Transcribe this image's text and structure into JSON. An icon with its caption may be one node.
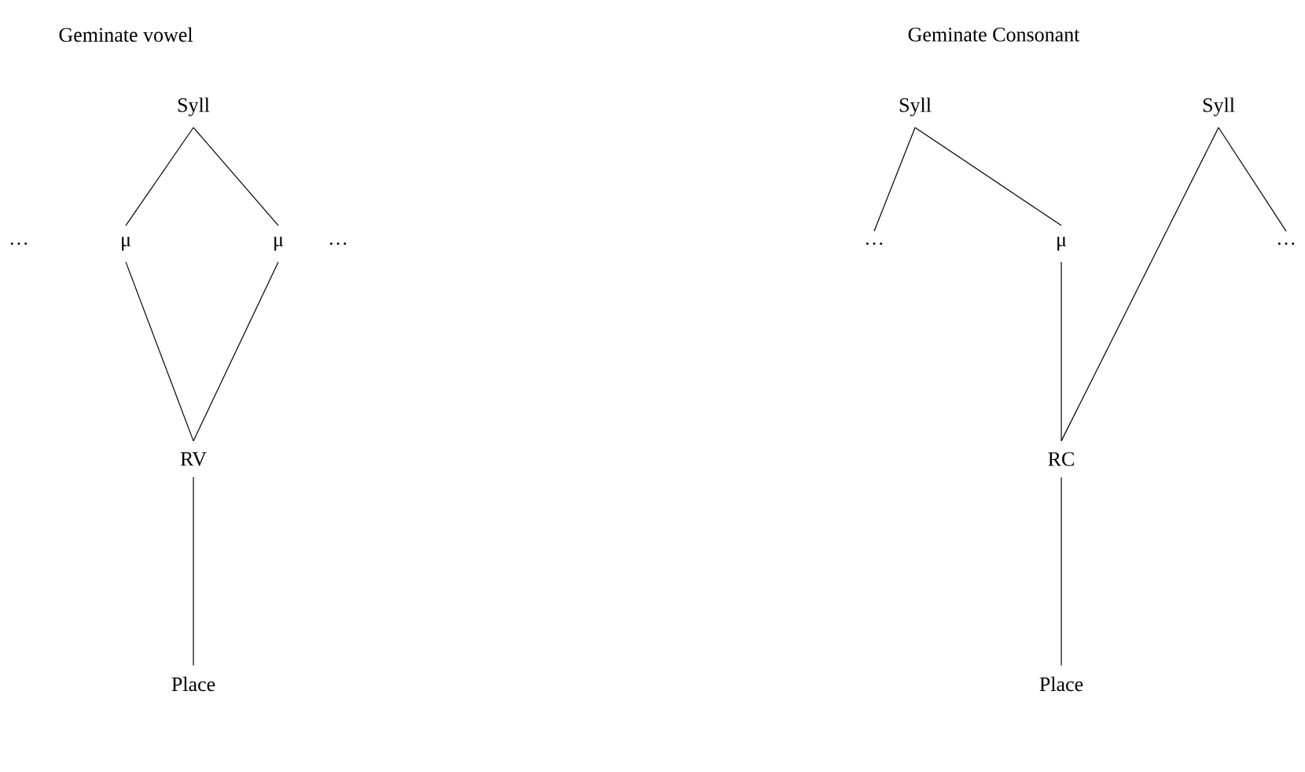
{
  "diagram": {
    "nodes": [
      {
        "text": [
          "Syll"
        ]
      },
      {
        "text": [
          "…"
        ]
      },
      {
        "text": [
          "μ"
        ]
      },
      {
        "text": [
          "μ"
        ]
      },
      {
        "text": [
          "…"
        ]
      },
      {
        "text": [
          "RV"
        ]
      },
      {
        "text": [
          "Place"
        ]
      },
      {
        "text": [
          "Syll"
        ]
      },
      {
        "text": [
          "Syll"
        ]
      },
      {
        "text": [
          "…"
        ]
      },
      {
        "text": [
          "μ"
        ]
      },
      {
        "text": [
          "…"
        ]
      },
      {
        "text": [
          "RC"
        ]
      },
      {
        "text": [
          "Place"
        ]
      }
    ],
    "edges": [
      {
        "from": 0,
        "to": 2,
        "arrow": "none"
      },
      {
        "from": 0,
        "to": 3,
        "arrow": "none"
      },
      {
        "from": 2,
        "to": 5,
        "arrow": "none"
      },
      {
        "from": 3,
        "to": 5,
        "arrow": "none"
      },
      {
        "from": 5,
        "to": 6,
        "arrow": "none"
      },
      {
        "from": 7,
        "to": 9,
        "arrow": "none"
      },
      {
        "from": 7,
        "to": 10,
        "arrow": "none"
      },
      {
        "from": 8,
        "to": 12,
        "arrow": "none"
      },
      {
        "from": 8,
        "to": 11,
        "arrow": "none"
      },
      {
        "from": 10,
        "to": 12,
        "arrow": "none"
      },
      {
        "from": 12,
        "to": 13,
        "arrow": "none"
      }
    ],
    "labels": [
      "Geminate vowel",
      "Geminate Consonant"
    ]
  }
}
